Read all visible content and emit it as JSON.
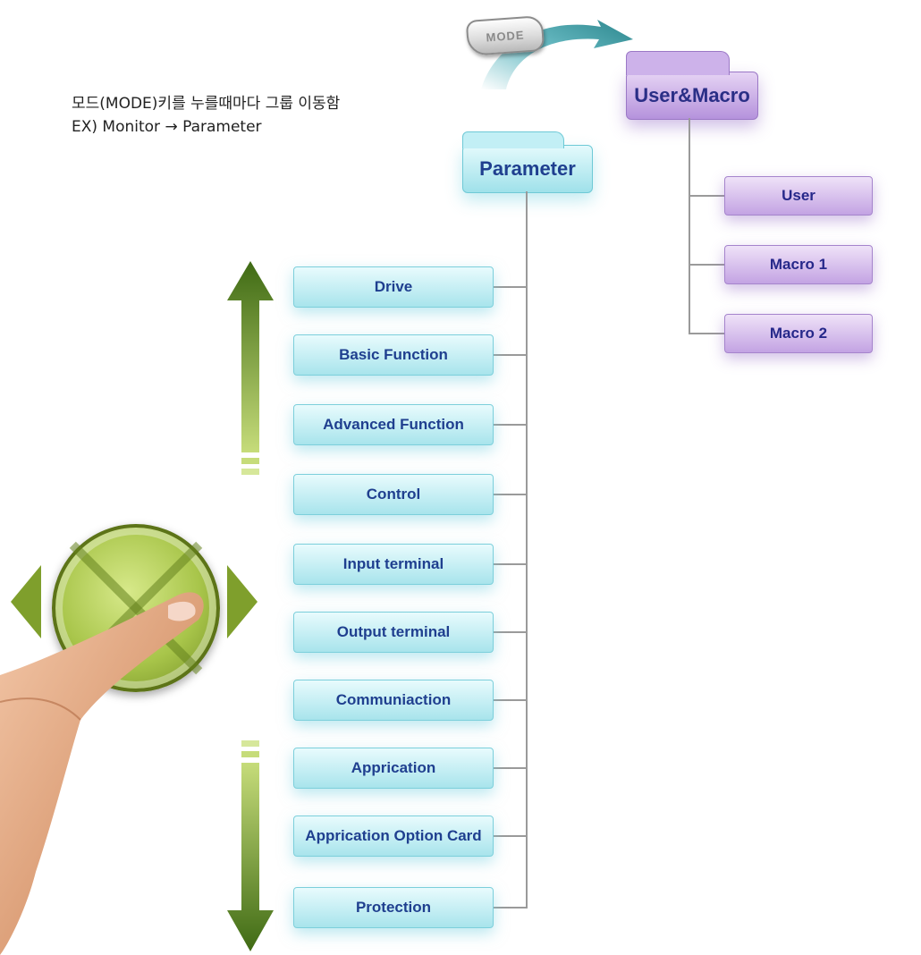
{
  "caption": {
    "line1": "모드(MODE)키를 누를때마다 그룹 이동함",
    "line2": "EX) Monitor → Parameter"
  },
  "mode_key": {
    "label": "MODE"
  },
  "groups": {
    "parameter": {
      "label": "Parameter"
    },
    "user_macro": {
      "label": "User&Macro"
    }
  },
  "parameter_items": [
    "Drive",
    "Basic Function",
    "Advanced Function",
    "Control",
    "Input terminal",
    "Output terminal",
    "Communiaction",
    "Apprication",
    "Apprication Option Card",
    "Protection"
  ],
  "user_macro_items": [
    "User",
    "Macro 1",
    "Macro 2"
  ],
  "colors": {
    "parameter_box": "#a8e4ec",
    "user_macro_box": "#c3a3e3",
    "label_text": "#1f3f8f",
    "arrow_green": "#3f6a14",
    "knob_green": "#a8c54a"
  },
  "icons": {
    "up_arrow": "up-arrow-icon",
    "down_arrow": "down-arrow-icon",
    "left_arrow": "left-arrow-icon",
    "right_arrow": "right-arrow-icon",
    "mode_transition_arrow": "curved-arrow-icon",
    "pointing_finger": "pointing-hand-icon",
    "navigation_knob": "knob-icon"
  }
}
